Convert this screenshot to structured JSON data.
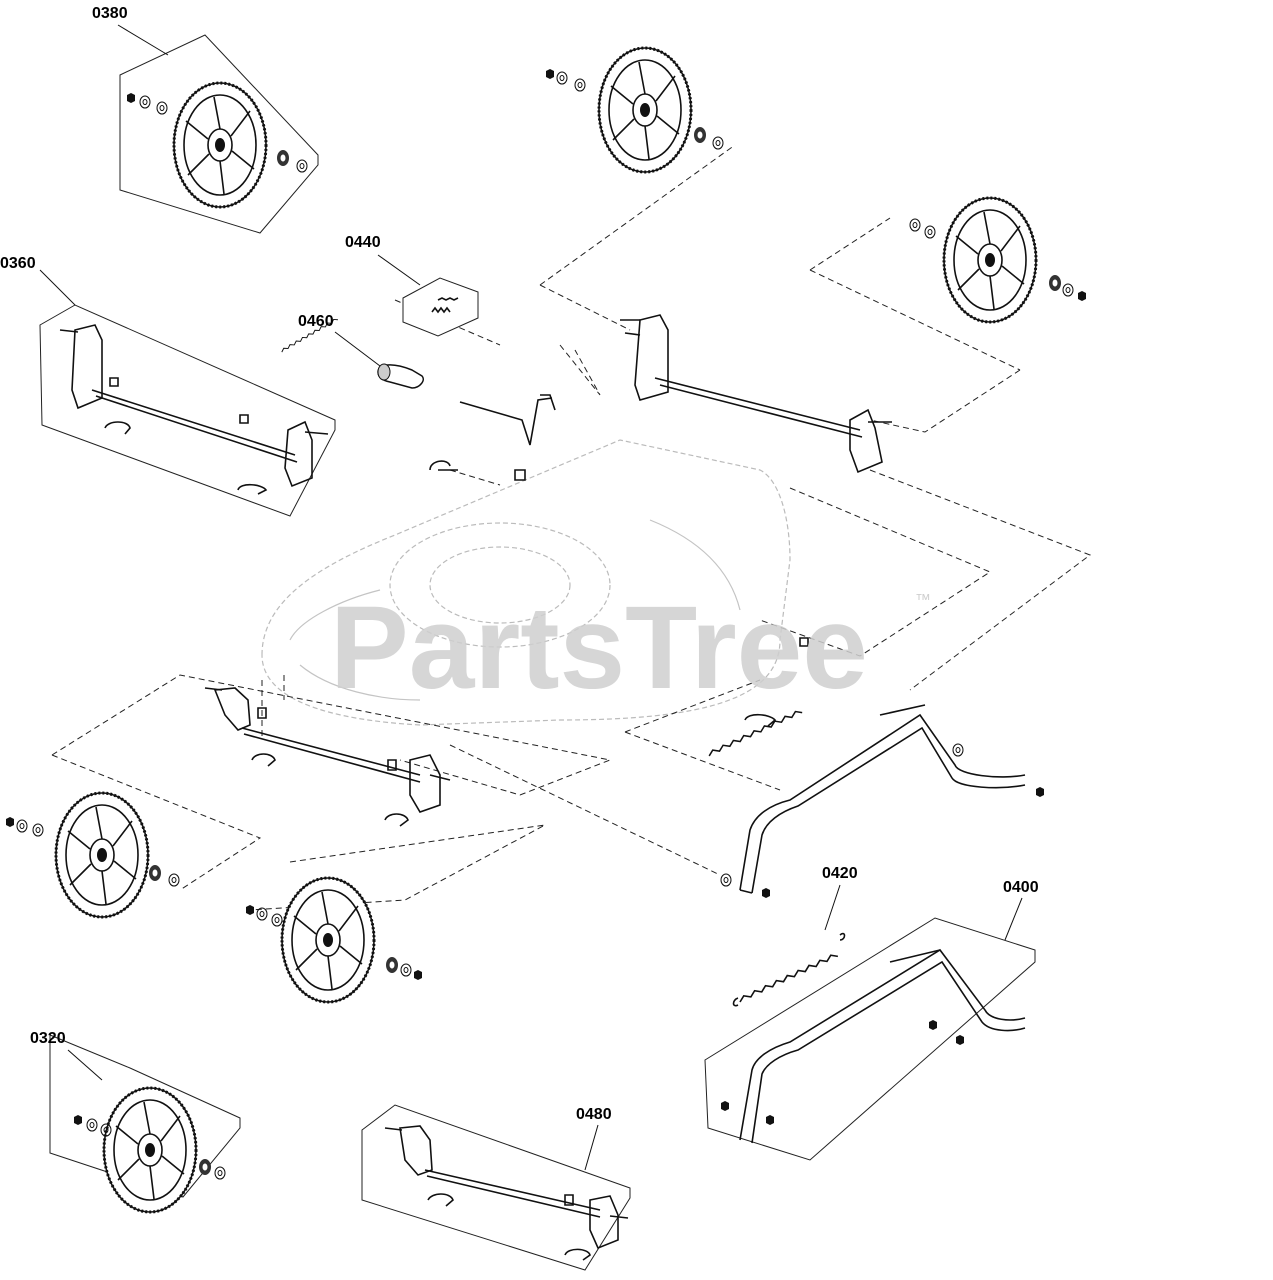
{
  "watermark": {
    "text": "PartsTree",
    "tm": "™"
  },
  "callouts": {
    "p0320": "0320",
    "p0360": "0360",
    "p0380": "0380",
    "p0400": "0400",
    "p0420": "0420",
    "p0440": "0440",
    "p0460": "0460",
    "p0480": "0480"
  }
}
